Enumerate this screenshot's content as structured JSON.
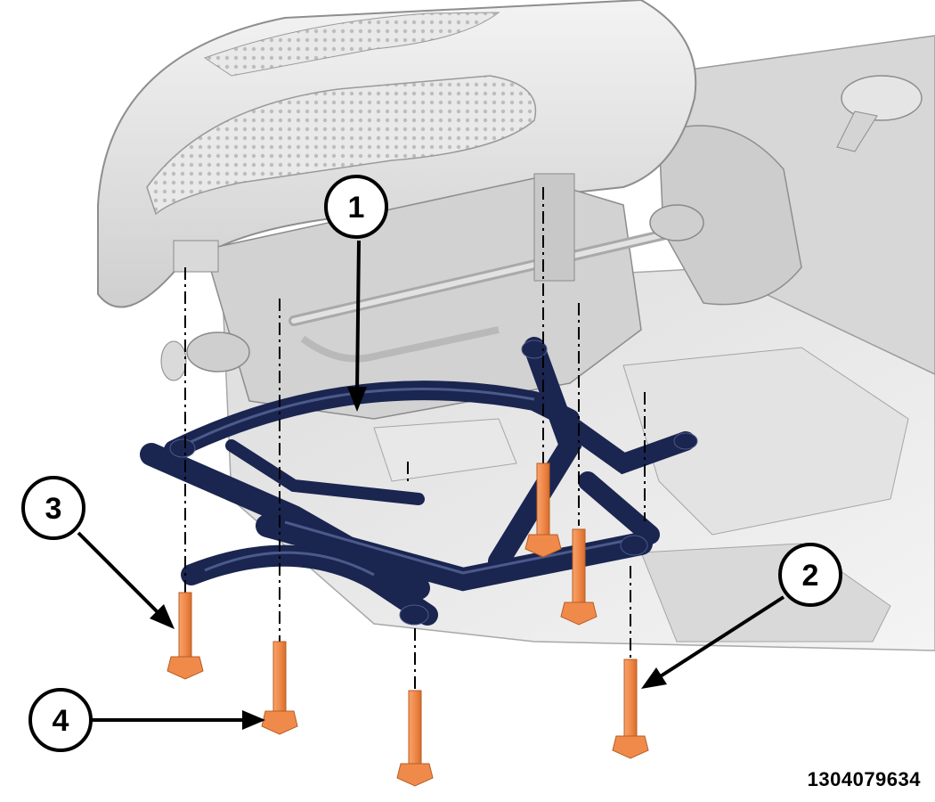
{
  "figure_id": "1304079634",
  "callouts": [
    {
      "label": "1",
      "refers_to": "front crossmember (K-frame)"
    },
    {
      "label": "2",
      "refers_to": "bolt"
    },
    {
      "label": "3",
      "refers_to": "bolt"
    },
    {
      "label": "4",
      "refers_to": "bolt"
    }
  ],
  "colors": {
    "crossmember": "#1a2550",
    "bolt": "#f08a4b",
    "body_light": "#e6e6e6",
    "body_shade": "#bcbcbc",
    "line": "#000000"
  }
}
